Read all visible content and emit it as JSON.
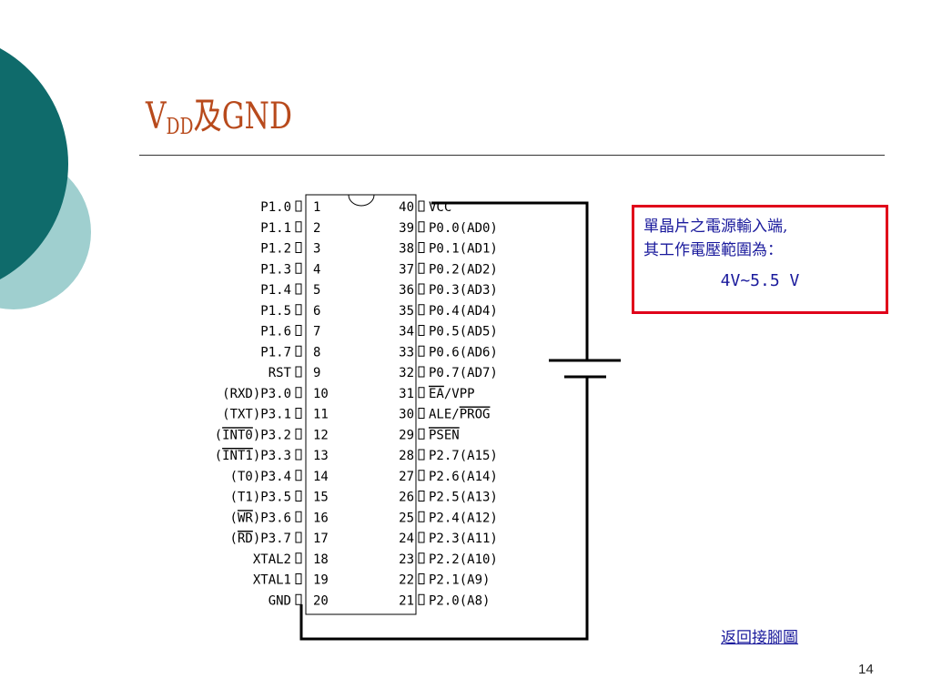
{
  "slide": {
    "title_main": "V",
    "title_sub": "DD",
    "title_rest": "及GND",
    "note_line1": "單晶片之電源輸入端,",
    "note_line2": "其工作電壓範圍為：",
    "note_range": "4V~5.5 V",
    "link_text": "返回接腳圖",
    "page_number": "14"
  },
  "chip": {
    "left_pins": [
      {
        "prefix": "",
        "over": "",
        "suffix": "P1.0",
        "num": "1"
      },
      {
        "prefix": "",
        "over": "",
        "suffix": "P1.1",
        "num": "2"
      },
      {
        "prefix": "",
        "over": "",
        "suffix": "P1.2",
        "num": "3"
      },
      {
        "prefix": "",
        "over": "",
        "suffix": "P1.3",
        "num": "4"
      },
      {
        "prefix": "",
        "over": "",
        "suffix": "P1.4",
        "num": "5"
      },
      {
        "prefix": "",
        "over": "",
        "suffix": "P1.5",
        "num": "6"
      },
      {
        "prefix": "",
        "over": "",
        "suffix": "P1.6",
        "num": "7"
      },
      {
        "prefix": "",
        "over": "",
        "suffix": "P1.7",
        "num": "8"
      },
      {
        "prefix": "",
        "over": "",
        "suffix": "RST",
        "num": "9"
      },
      {
        "prefix": "",
        "over": "",
        "suffix": "(RXD)P3.0",
        "num": "10"
      },
      {
        "prefix": "",
        "over": "",
        "suffix": "(TXT)P3.1",
        "num": "11"
      },
      {
        "prefix": "(",
        "over": "INT0",
        "suffix": ")P3.2",
        "num": "12"
      },
      {
        "prefix": "(",
        "over": "INT1",
        "suffix": ")P3.3",
        "num": "13"
      },
      {
        "prefix": "",
        "over": "",
        "suffix": "(T0)P3.4",
        "num": "14"
      },
      {
        "prefix": "",
        "over": "",
        "suffix": "(T1)P3.5",
        "num": "15"
      },
      {
        "prefix": "(",
        "over": "WR",
        "suffix": ")P3.6",
        "num": "16"
      },
      {
        "prefix": "(",
        "over": "RD",
        "suffix": ")P3.7",
        "num": "17"
      },
      {
        "prefix": "",
        "over": "",
        "suffix": "XTAL2",
        "num": "18"
      },
      {
        "prefix": "",
        "over": "",
        "suffix": "XTAL1",
        "num": "19"
      },
      {
        "prefix": "",
        "over": "",
        "suffix": "GND",
        "num": "20"
      }
    ],
    "right_pins": [
      {
        "num": "40",
        "over": "",
        "text": "VCC"
      },
      {
        "num": "39",
        "over": "",
        "text": "P0.0(AD0)"
      },
      {
        "num": "38",
        "over": "",
        "text": "P0.1(AD1)"
      },
      {
        "num": "37",
        "over": "",
        "text": "P0.2(AD2)"
      },
      {
        "num": "36",
        "over": "",
        "text": "P0.3(AD3)"
      },
      {
        "num": "35",
        "over": "",
        "text": "P0.4(AD4)"
      },
      {
        "num": "34",
        "over": "",
        "text": "P0.5(AD5)"
      },
      {
        "num": "33",
        "over": "",
        "text": "P0.6(AD6)"
      },
      {
        "num": "32",
        "over": "",
        "text": "P0.7(AD7)"
      },
      {
        "num": "31",
        "over": "EA",
        "text": "/VPP"
      },
      {
        "num": "30",
        "over": "",
        "text": "ALE/",
        "over_after": "PROG"
      },
      {
        "num": "29",
        "over": "PSEN",
        "text": ""
      },
      {
        "num": "28",
        "over": "",
        "text": "P2.7(A15)"
      },
      {
        "num": "27",
        "over": "",
        "text": "P2.6(A14)"
      },
      {
        "num": "26",
        "over": "",
        "text": "P2.5(A13)"
      },
      {
        "num": "25",
        "over": "",
        "text": "P2.4(A12)"
      },
      {
        "num": "24",
        "over": "",
        "text": "P2.3(A11)"
      },
      {
        "num": "23",
        "over": "",
        "text": "P2.2(A10)"
      },
      {
        "num": "22",
        "over": "",
        "text": "P2.1(A9)"
      },
      {
        "num": "21",
        "over": "",
        "text": "P2.0(A8)"
      }
    ]
  },
  "colors": {
    "deco_dark": "#0f6b6b",
    "deco_light": "#9fcfcf",
    "title": "#b84a1c",
    "note_border": "#e0001a",
    "text_blue": "#1a1a9c"
  }
}
